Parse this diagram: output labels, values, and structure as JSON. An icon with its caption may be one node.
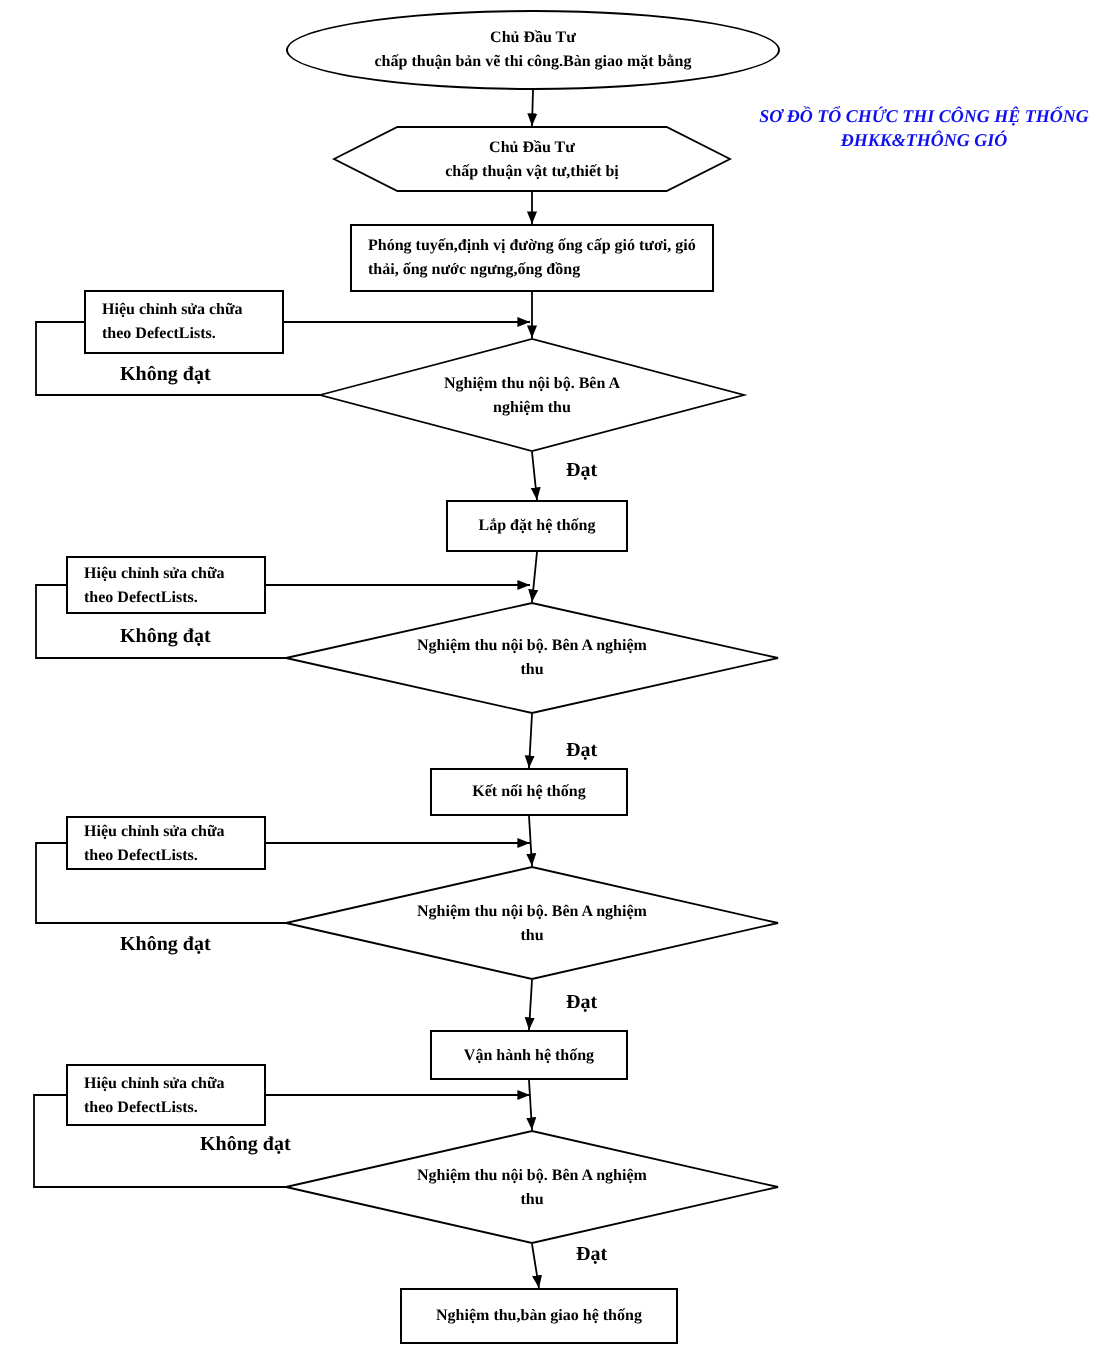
{
  "diagram": {
    "title": "SƠ ĐỒ TỔ CHỨC THI CÔNG HỆ THỐNG ĐHKK&THÔNG GIÓ",
    "nodes": [
      {
        "text": [
          "Chủ Đầu Tư",
          "chấp thuận bản vẽ thi công.Bàn giao mặt bằng"
        ]
      },
      {
        "text": [
          "Chủ Đầu Tư",
          "chấp thuận vật tư,thiết bị"
        ]
      },
      {
        "text": [
          "Phóng tuyến,định vị đường ống cấp gió tươi, gió thải, ống nước ngưng,ống đồng"
        ]
      },
      {
        "text": [
          "Hiệu chỉnh sửa chữa theo DefectLists."
        ]
      },
      {
        "text": [
          "Nghiệm thu nội bộ. Bên A nghiệm thu"
        ]
      },
      {
        "text": [
          "Lắp đặt hệ thống"
        ]
      },
      {
        "text": [
          "Hiệu chỉnh sửa chữa theo DefectLists."
        ]
      },
      {
        "text": [
          "Nghiệm thu nội bộ. Bên A nghiệm thu"
        ]
      },
      {
        "text": [
          "Kết nối hệ thống"
        ]
      },
      {
        "text": [
          "Hiệu chỉnh sửa chữa theo DefectLists."
        ]
      },
      {
        "text": [
          "Nghiệm thu nội bộ. Bên A nghiệm thu"
        ]
      },
      {
        "text": [
          "Vận hành hệ thống"
        ]
      },
      {
        "text": [
          "Hiệu chỉnh sửa chữa theo DefectLists."
        ]
      },
      {
        "text": [
          "Nghiệm thu nội bộ. Bên A nghiệm thu"
        ]
      },
      {
        "text": [
          "Nghiệm thu,bàn giao hệ thống"
        ]
      }
    ],
    "edges": [
      {
        "from": 0,
        "to": 1,
        "arrow": "to"
      },
      {
        "from": 1,
        "to": 2,
        "arrow": "to"
      },
      {
        "from": 2,
        "to": 4,
        "arrow": "to"
      },
      {
        "from": 4,
        "to": 3,
        "arrow": "none",
        "label": "Không đạt"
      },
      {
        "from": 3,
        "to": 4,
        "arrow": "to"
      },
      {
        "from": 4,
        "to": 5,
        "arrow": "to",
        "label": "Đạt"
      },
      {
        "from": 5,
        "to": 7,
        "arrow": "to"
      },
      {
        "from": 7,
        "to": 6,
        "arrow": "none",
        "label": "Không đạt"
      },
      {
        "from": 6,
        "to": 7,
        "arrow": "to"
      },
      {
        "from": 7,
        "to": 8,
        "arrow": "to",
        "label": "Đạt"
      },
      {
        "from": 8,
        "to": 10,
        "arrow": "to"
      },
      {
        "from": 10,
        "to": 9,
        "arrow": "none",
        "label": "Không đạt"
      },
      {
        "from": 9,
        "to": 10,
        "arrow": "to"
      },
      {
        "from": 10,
        "to": 11,
        "arrow": "to",
        "label": "Đạt"
      },
      {
        "from": 11,
        "to": 13,
        "arrow": "to"
      },
      {
        "from": 13,
        "to": 12,
        "arrow": "none",
        "label": "Không đạt"
      },
      {
        "from": 12,
        "to": 13,
        "arrow": "to"
      },
      {
        "from": 13,
        "to": 14,
        "arrow": "to",
        "label": "Đạt"
      }
    ]
  }
}
